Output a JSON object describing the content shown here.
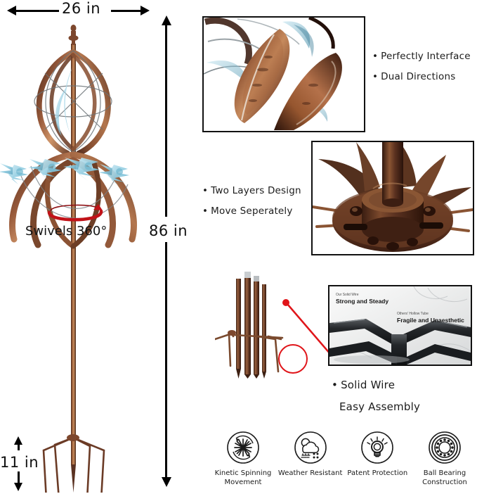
{
  "product": {
    "name": "kinetic-wind-spinner",
    "colors": {
      "copper_dark": "#5a3222",
      "copper_mid": "#92583a",
      "copper_light": "#c98b63",
      "flower_blue": "#9fd6e8",
      "flower_blue_dark": "#6fb7cf",
      "callout_red": "#e0151a",
      "swivel_red": "#c11218",
      "text": "#1b1b1b"
    }
  },
  "dimensions": {
    "width_label": "26 in",
    "height_label": "86 in",
    "base_label": "11 in",
    "swivel_label": "Swivels 360°"
  },
  "panels": {
    "blades": {
      "image_name": "copper-blades-closeup",
      "bullets": [
        "Perfectly Interface",
        "Dual Directions"
      ]
    },
    "hub": {
      "image_name": "rotor-hub-closeup",
      "bullets": [
        "Two Layers Design",
        "Move Seperately"
      ]
    },
    "assembly": {
      "image_name": "disassembled-poles-and-stake",
      "bullets": [
        "Solid Wire",
        "Easy Assembly"
      ],
      "comparison": {
        "image_name": "solid-wire-vs-hollow-tube",
        "ours_small": "Our Solid Wire",
        "ours_big": "Strong and Steady",
        "others_small": "Others' Hollow Tube",
        "others_big": "Fragile and Unaesthetic"
      }
    }
  },
  "features": [
    {
      "icon": "kinetic-spin-icon",
      "line1": "Kinetic Spinning",
      "line2": "Movement"
    },
    {
      "icon": "weather-cloud-icon",
      "line1": "Weather Resistant",
      "line2": ""
    },
    {
      "icon": "lightbulb-icon",
      "line1": "Patent Protection",
      "line2": ""
    },
    {
      "icon": "ball-bearing-icon",
      "line1": "Ball Bearing",
      "line2": "Construction"
    }
  ]
}
